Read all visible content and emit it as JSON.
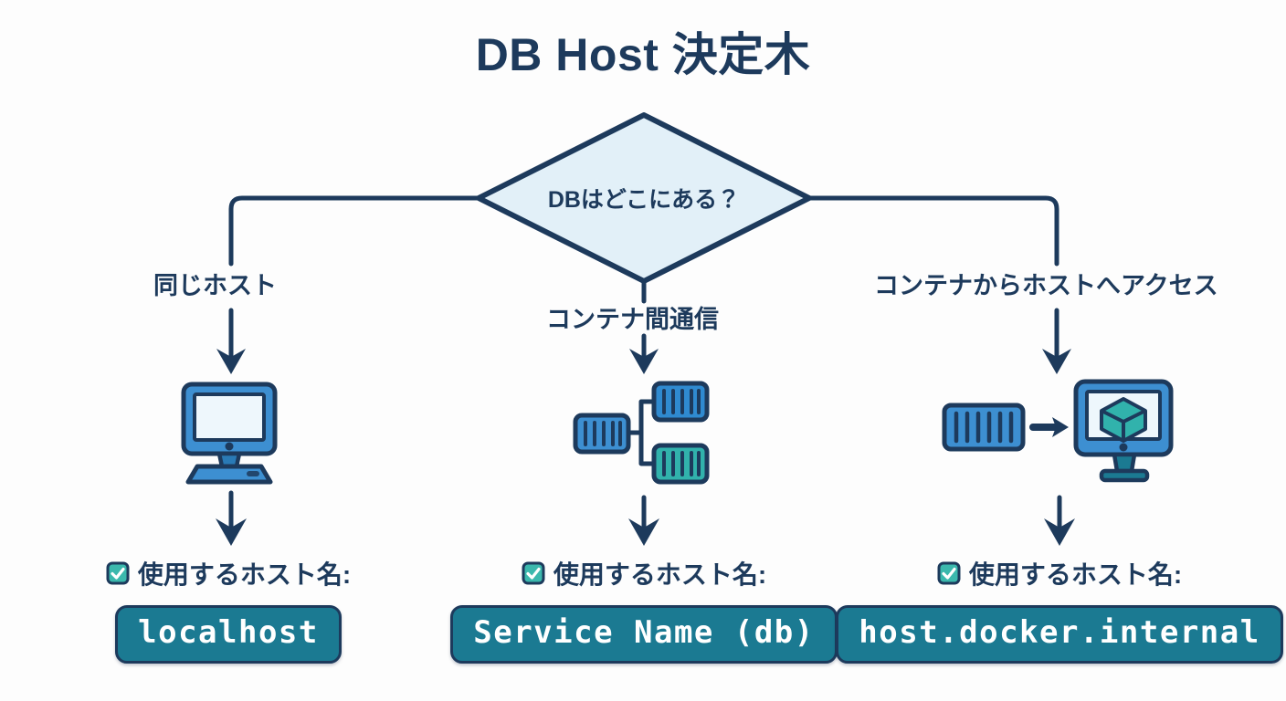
{
  "title": "DB Host 決定木",
  "decision": {
    "question": "DBはどこにある？"
  },
  "colors": {
    "navy": "#1d3a5c",
    "diamond_fill": "#e2f0f8",
    "chip_fill": "#1b7a92",
    "teal": "#3bb8ad",
    "blue": "#3d8fd1",
    "background": "#fdfdfd"
  },
  "branches": [
    {
      "id": "same-host",
      "label": "同じホスト",
      "icon": "desktop-computer-icon",
      "result_label": "使用するホスト名:",
      "hostname": "localhost"
    },
    {
      "id": "container-to-container",
      "label": "コンテナ間通信",
      "icon": "container-network-icon",
      "result_label": "使用するホスト名:",
      "hostname": "Service Name (db)"
    },
    {
      "id": "container-to-host",
      "label": "コンテナからホストへアクセス",
      "icon": "container-to-host-icon",
      "result_label": "使用するホスト名:",
      "hostname": "host.docker.internal"
    }
  ]
}
